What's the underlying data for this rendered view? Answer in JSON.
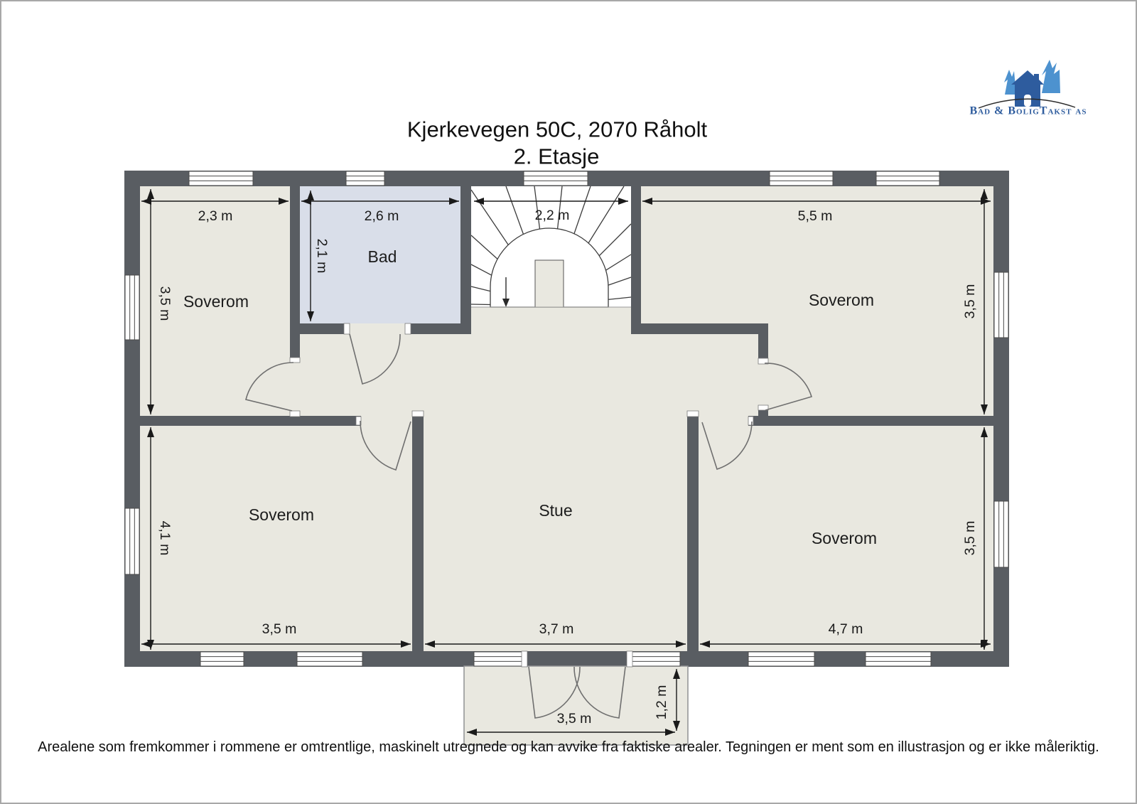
{
  "header": {
    "title": "Kjerkevegen 50C, 2070 Råholt",
    "subtitle": "2. Etasje"
  },
  "logo": {
    "company": "Bad & BoligTakst as",
    "color": "#2e5c9e"
  },
  "plan": {
    "colors": {
      "wall": "#595d62",
      "floor": "#e9e8e0",
      "bathroom_floor": "#d9dee9",
      "stairs": "#ffffff",
      "dimension": "#1a1a1a"
    },
    "rooms": {
      "soverom_nw": {
        "name": "Soverom",
        "width": "2,3 m",
        "height": "3,5 m"
      },
      "bad": {
        "name": "Bad",
        "width": "2,6 m",
        "height": "2,1 m"
      },
      "stairs": {
        "width": "2,2 m"
      },
      "soverom_ne": {
        "name": "Soverom",
        "width": "5,5 m",
        "height": "3,5 m"
      },
      "soverom_sw": {
        "name": "Soverom",
        "width": "3,5 m",
        "height": "4,1 m"
      },
      "stue": {
        "name": "Stue",
        "width": "3,7 m"
      },
      "soverom_se": {
        "name": "Soverom",
        "width": "4,7 m",
        "height": "3,5 m"
      },
      "balkong": {
        "width": "3,5 m",
        "height": "1,2 m"
      }
    }
  },
  "footer": {
    "disclaimer": "Arealene som fremkommer i rommene er omtrentlige, maskinelt utregnede og kan avvike fra faktiske arealer. Tegningen er ment som en illustrasjon og er ikke måleriktig."
  }
}
